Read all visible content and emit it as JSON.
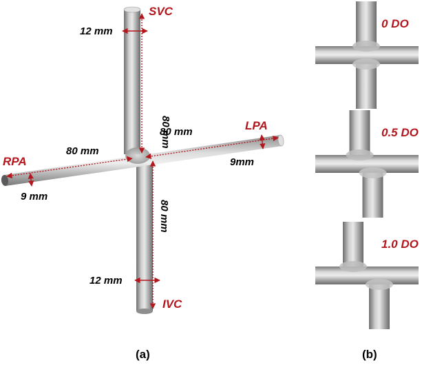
{
  "panel_a": {
    "vessels": {
      "svc": "SVC",
      "ivc": "IVC",
      "lpa": "LPA",
      "rpa": "RPA"
    },
    "dimensions": {
      "svc_diameter": "12 mm",
      "svc_length": "80 mm",
      "lpa_length": "80 mm",
      "rpa_length": "80 mm",
      "lpa_diameter": "9mm",
      "rpa_diameter": "9 mm",
      "ivc_length": "80 mm",
      "ivc_diameter": "12 mm"
    },
    "caption": "(a)"
  },
  "panel_b": {
    "variants": [
      {
        "label": "0 DO",
        "offset": 0
      },
      {
        "label": "0.5 DO",
        "offset": 0.5
      },
      {
        "label": "1.0 DO",
        "offset": 1.0
      }
    ],
    "caption": "(b)"
  },
  "colors": {
    "vessel_light": "#e6e6e6",
    "vessel_dark": "#7a7a7a",
    "annotation_red": "#b3161c",
    "text_black": "#000000"
  }
}
